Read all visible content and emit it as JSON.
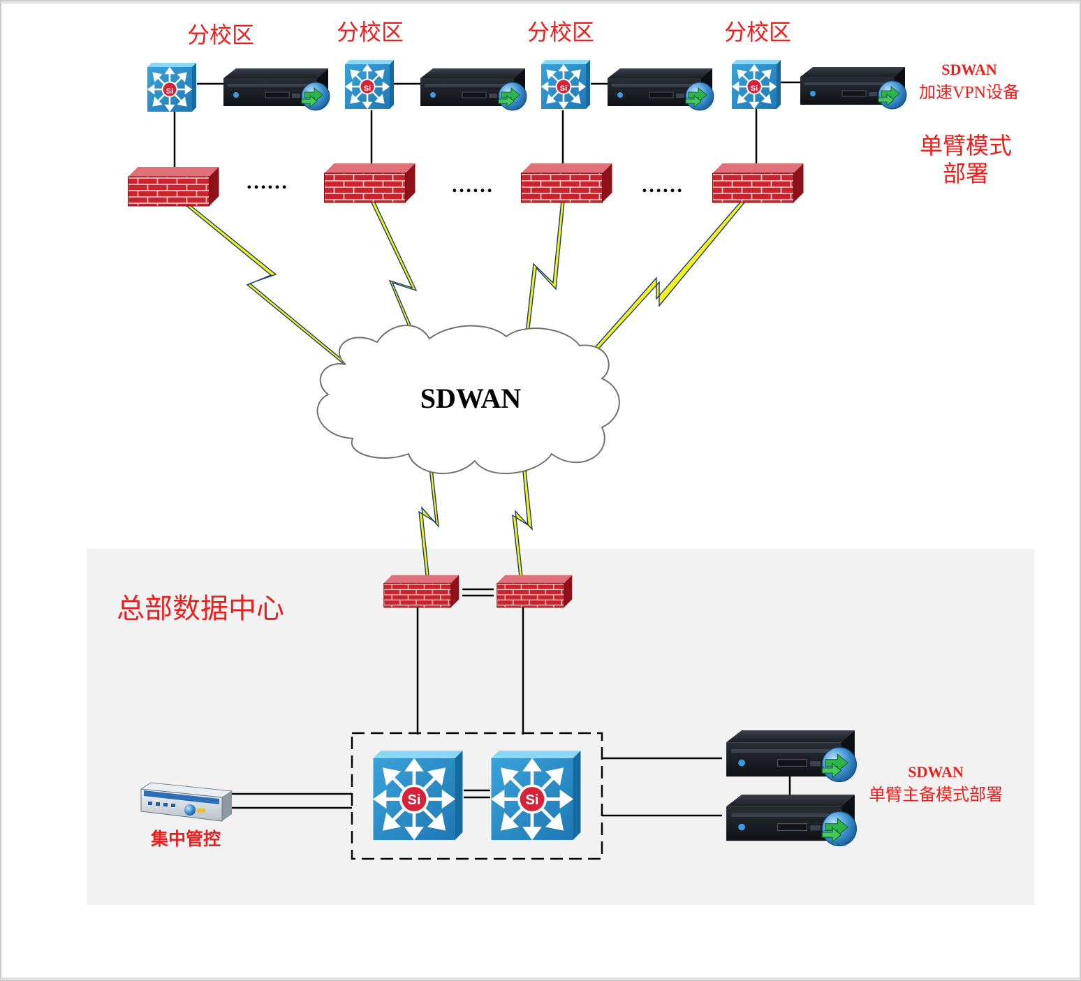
{
  "branches": [
    {
      "label": "分校区"
    },
    {
      "label": "分校区"
    },
    {
      "label": "分校区"
    },
    {
      "label": "分校区"
    }
  ],
  "ellipses": [
    "……",
    "……",
    "……"
  ],
  "branch_device_note": {
    "line1": "SDWAN",
    "line2": "加速VPN设备"
  },
  "branch_mode_note": {
    "line1": "单臂模式",
    "line2": "部署"
  },
  "cloud_label": "SDWAN",
  "hq": {
    "title": "总部数据中心",
    "mgmt_label": "集中管控",
    "device_note": {
      "line1": "SDWAN",
      "line2": "单臂主备模式部署"
    }
  },
  "switch_badge": "Si",
  "colors": {
    "label_red": "#e8201e",
    "hq_panel": "#f2f2f2",
    "firewall": "#c7202b",
    "switch": "#2b8fc6",
    "bolt": "#f3f31a"
  }
}
